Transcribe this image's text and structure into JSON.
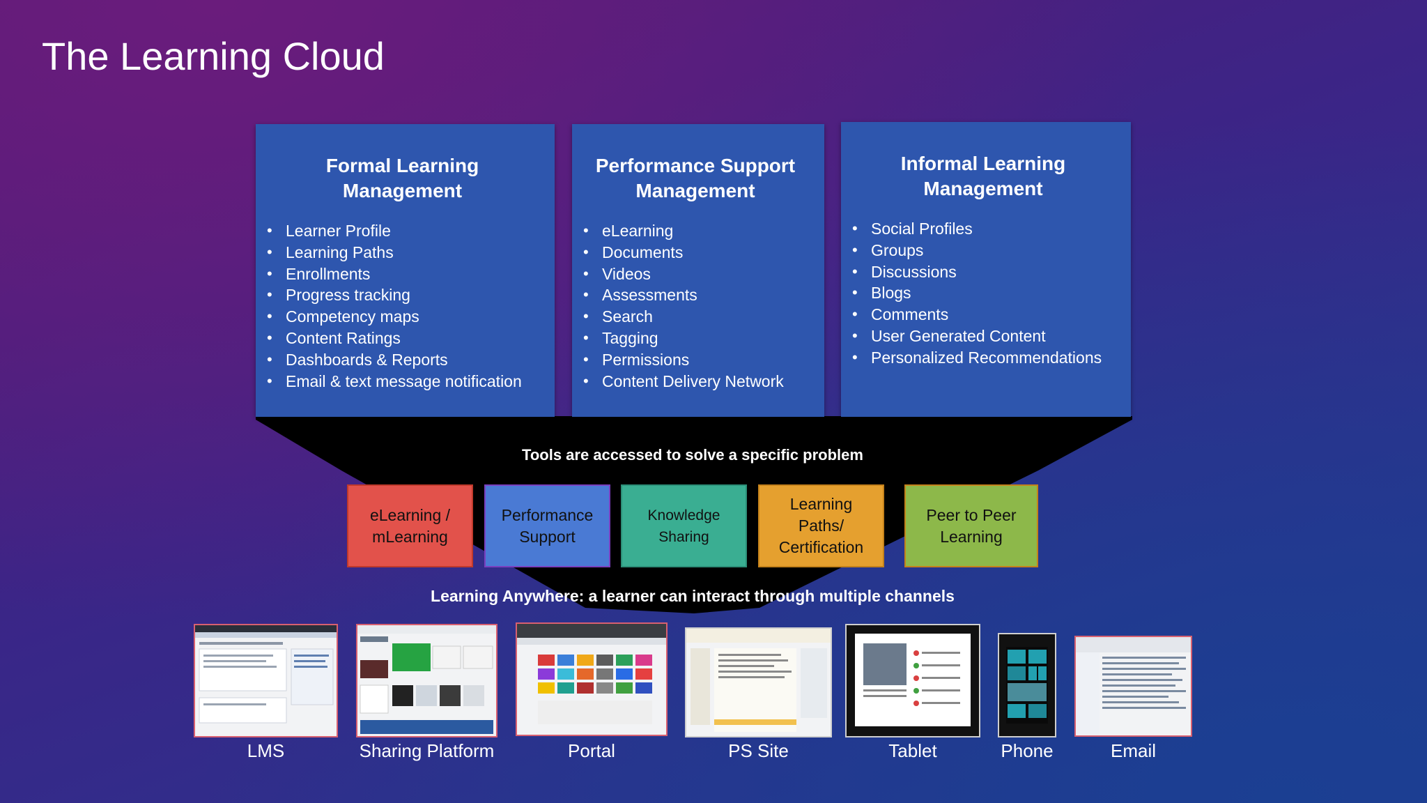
{
  "slide": {
    "title": "The Learning Cloud"
  },
  "panels": [
    {
      "heading": "Formal Learning\nManagement",
      "items": [
        "Learner Profile",
        "Learning Paths",
        "Enrollments",
        "Progress tracking",
        "Competency maps",
        "Content Ratings",
        "Dashboards & Reports",
        "Email & text message notification"
      ]
    },
    {
      "heading": "Performance Support\nManagement",
      "items": [
        "eLearning",
        "Documents",
        "Videos",
        "Assessments",
        "Search",
        "Tagging",
        "Permissions",
        "Content Delivery Network"
      ]
    },
    {
      "heading": "Informal Learning\nManagement",
      "items": [
        "Social Profiles",
        "Groups",
        "Discussions",
        "Blogs",
        "Comments",
        "User Generated Content",
        "Personalized Recommendations"
      ]
    }
  ],
  "tools_caption": "Tools are accessed to solve a specific problem",
  "tools": [
    {
      "label": "eLearning /\nmLearning",
      "color": "#e2524b"
    },
    {
      "label": "Performance\nSupport",
      "color": "#4a7ad4"
    },
    {
      "label": "Knowledge\nSharing",
      "color": "#3aae92"
    },
    {
      "label": "Learning\nPaths/\nCertification",
      "color": "#e5a02f"
    },
    {
      "label": "Peer to Peer\nLearning",
      "color": "#8db84a"
    }
  ],
  "anywhere_caption": "Learning Anywhere: a learner can interact through multiple channels",
  "channels": [
    {
      "label": "LMS"
    },
    {
      "label": "Sharing Platform"
    },
    {
      "label": "Portal"
    },
    {
      "label": "PS Site"
    },
    {
      "label": "Tablet"
    },
    {
      "label": "Phone"
    },
    {
      "label": "Email"
    }
  ],
  "colors": {
    "panel": "#2e56ae",
    "funnel": "#000000"
  }
}
